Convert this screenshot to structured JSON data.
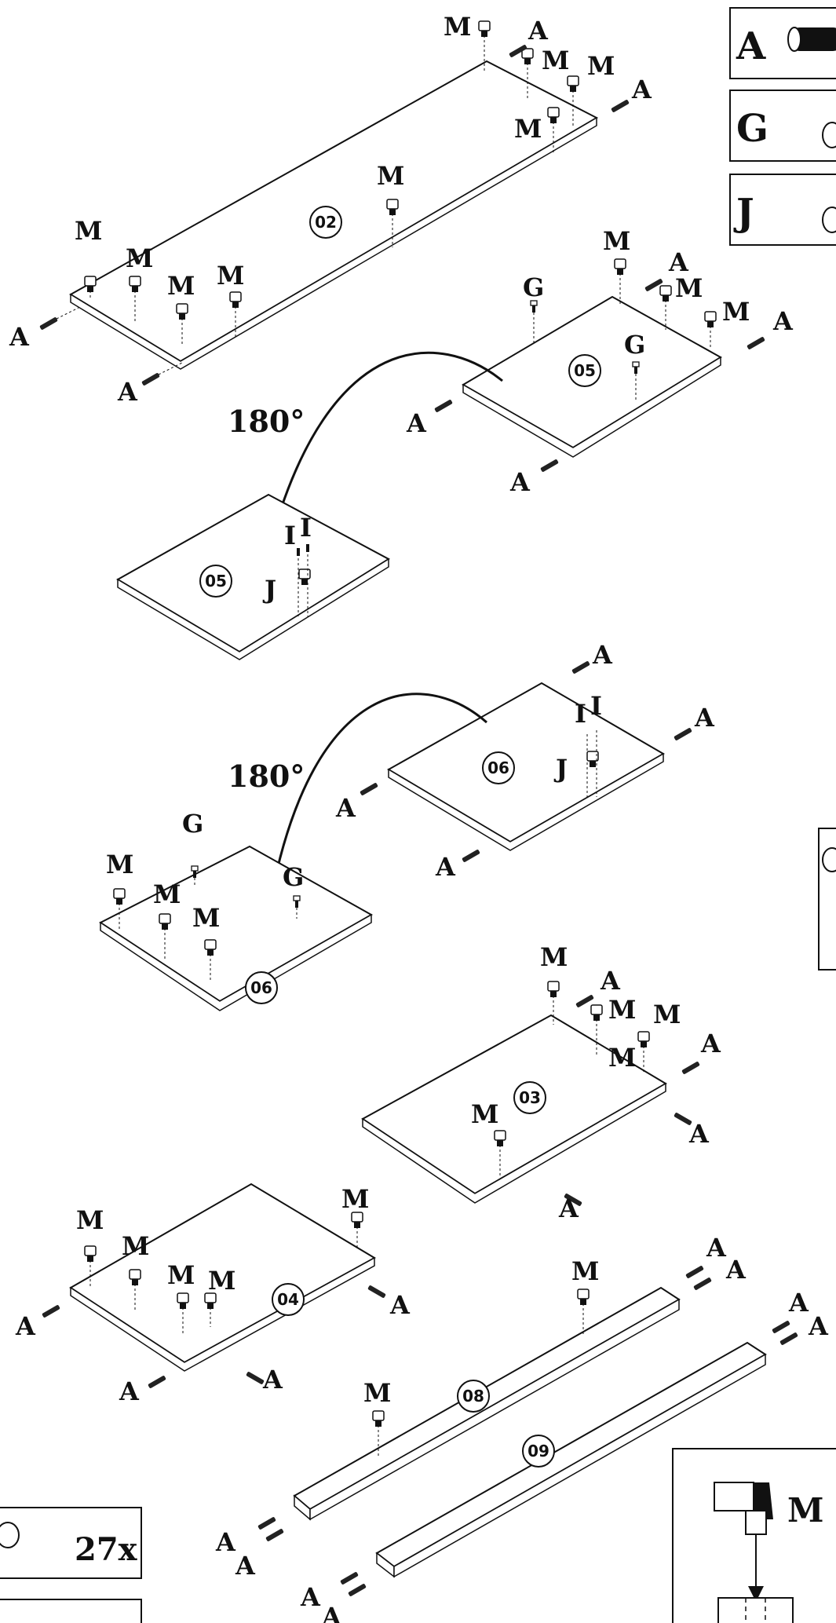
{
  "parts_legend": {
    "a_letter": "A",
    "g_letter": "G",
    "j_letter": "J",
    "m_count": "27x"
  },
  "panels": {
    "p02": "02",
    "p05a": "05",
    "p05b": "05",
    "p06a": "06",
    "p06b": "06",
    "p03": "03",
    "p04": "04",
    "p08": "08",
    "p09": "09"
  },
  "rotation_label": "180°",
  "letters": {
    "A": "A",
    "M": "M",
    "G": "G",
    "J": "J",
    "I": "I"
  },
  "detail_inset": {
    "label": "M"
  },
  "colors": {
    "line": "#111111",
    "background": "#ffffff"
  }
}
